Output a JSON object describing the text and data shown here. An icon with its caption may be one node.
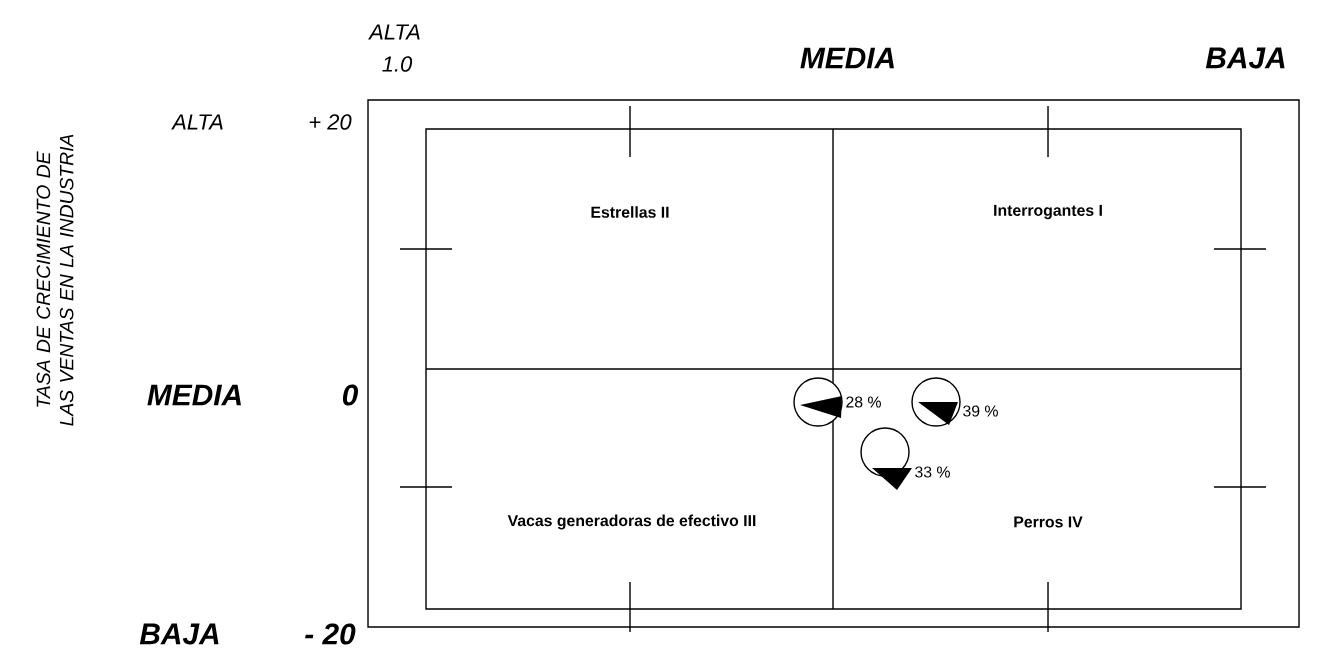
{
  "diagram": {
    "nodes": [
      {
        "text": [
          "Estrellas II"
        ]
      },
      {
        "text": [
          "Interrogantes I"
        ]
      },
      {
        "text": [
          "Vacas generadoras  de efectivo III"
        ]
      },
      {
        "text": [
          "Perros IV"
        ]
      },
      {
        "text": [],
        "shape": "circle",
        "beside": [
          "28 %"
        ]
      },
      {
        "text": [],
        "shape": "circle",
        "beside": [
          "39 %"
        ]
      },
      {
        "text": [],
        "shape": "circle",
        "beside": [
          "33 %"
        ]
      }
    ],
    "edges": [],
    "labels": [
      "ALTA",
      "1.0",
      "MEDIA",
      "BAJA",
      "ALTA",
      "+ 20",
      "TASA DE CRECIMIENTO DE LAS VENTAS EN LA INDUSTRIA",
      "MEDIA",
      "0",
      "BAJA",
      "- 20"
    ]
  }
}
